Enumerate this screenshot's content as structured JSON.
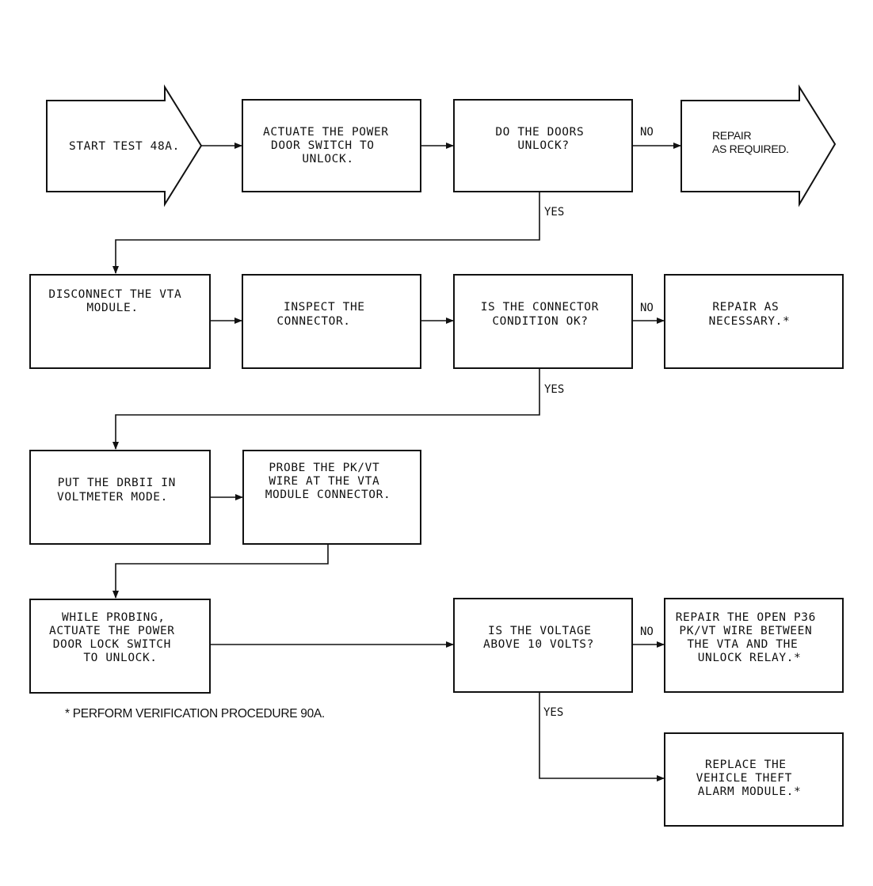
{
  "nodes": {
    "start": {
      "lines": [
        "START TEST 48A."
      ]
    },
    "actuate": {
      "lines": [
        "ACTUATE THE POWER",
        "DOOR SWITCH TO",
        "UNLOCK."
      ]
    },
    "doors": {
      "lines": [
        "DO THE DOORS",
        "UNLOCK?"
      ]
    },
    "repair_req": {
      "lines": [
        "REPAIR",
        "AS REQUIRED."
      ]
    },
    "disconnect": {
      "lines": [
        "DISCONNECT THE VTA",
        "MODULE."
      ]
    },
    "inspect": {
      "lines": [
        "INSPECT THE",
        "CONNECTOR."
      ]
    },
    "connector": {
      "lines": [
        "IS THE CONNECTOR",
        "CONDITION OK?"
      ]
    },
    "repair_nec": {
      "lines": [
        "REPAIR AS",
        "NECESSARY.*"
      ]
    },
    "put": {
      "lines": [
        "PUT THE DRBII IN",
        "VOLTMETER MODE."
      ]
    },
    "probe": {
      "lines": [
        "PROBE THE PK/VT",
        "WIRE AT THE VTA",
        "MODULE CONNECTOR."
      ]
    },
    "while": {
      "lines": [
        "WHILE PROBING,",
        "ACTUATE THE POWER",
        "DOOR LOCK SWITCH",
        "TO UNLOCK."
      ]
    },
    "voltage": {
      "lines": [
        "IS THE VOLTAGE",
        "ABOVE 10 VOLTS?"
      ]
    },
    "repair_open": {
      "lines": [
        "REPAIR THE OPEN P36",
        "PK/VT WIRE BETWEEN",
        "THE VTA AND THE",
        "UNLOCK RELAY.*"
      ]
    },
    "replace": {
      "lines": [
        "REPLACE THE",
        "VEHICLE THEFT",
        "ALARM MODULE.*"
      ]
    }
  },
  "edge_labels": {
    "no1": "NO",
    "yes1": "YES",
    "no2": "NO",
    "yes2": "YES",
    "no3": "NO",
    "yes3": "YES"
  },
  "footnote": "* PERFORM VERIFICATION PROCEDURE 90A."
}
